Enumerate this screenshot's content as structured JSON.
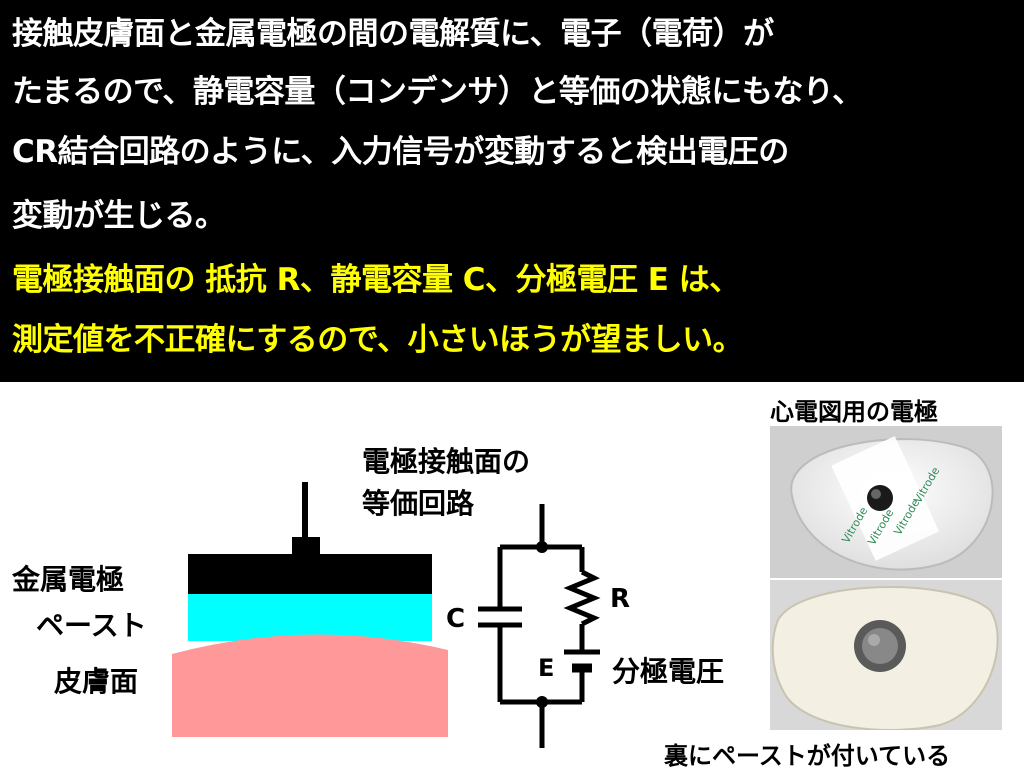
{
  "header_text": {
    "lines_white": [
      "接触皮膚面と金属電極の間の電解質に、電子（電荷）が",
      "たまるので、静電容量（コンデンサ）と等価の状態にもなり、",
      "CR結合回路のように、入力信号が変動すると検出電圧の",
      "変動が生じる。"
    ],
    "lines_yellow": [
      "電極接触面の 抵抗 R、静電容量 C、分極電圧 E は、",
      "測定値を不正確にするので、小さいほうが望ましい。"
    ]
  },
  "layer_diagram": {
    "metal_electrode_label": "金属電極",
    "paste_label": "ペースト",
    "skin_label": "皮膚面"
  },
  "circuit": {
    "title_line1": "電極接触面の",
    "title_line2": "等価回路",
    "resistor_label": "R",
    "capacitor_label": "C",
    "emf_label": "E",
    "polarization_label": "分極電圧"
  },
  "photos": {
    "ecg_caption": "心電図用の電極",
    "back_caption": "裏にペーストが付いている",
    "brand_text": "Vitrode"
  },
  "colors": {
    "highlight": "#ffff00",
    "metal": "#000000",
    "paste": "#00ffff",
    "skin": "#ff9999"
  }
}
